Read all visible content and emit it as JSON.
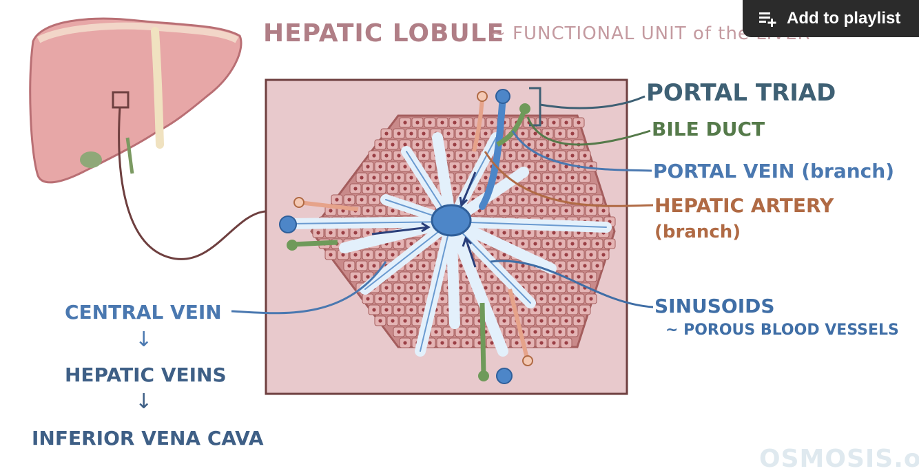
{
  "title": {
    "main": "HEPATIC LOBULE",
    "subtitle": "~ FUNCTIONAL UNIT of the LIVER"
  },
  "overlay": {
    "add_to_playlist": "Add to playlist",
    "icon": "playlist-add-icon"
  },
  "labels": {
    "portal_triad": "PORTAL TRIAD",
    "bile_duct": "BILE DUCT",
    "portal_vein": "PORTAL VEIN (branch)",
    "hepatic_artery": "HEPATIC ARTERY",
    "hepatic_artery_branch": "(branch)",
    "sinusoids": "SINUSOIDS",
    "sinusoids_desc": "~ POROUS BLOOD VESSELS",
    "central_vein": "CENTRAL VEIN",
    "arrow": "↓",
    "hepatic_veins": "HEPATIC VEINS",
    "inferior_vena_cava": "INFERIOR VENA CAVA"
  },
  "watermark": "OSMOSIS.org",
  "colors": {
    "title": "#b07e86",
    "portal_triad": "#3e6074",
    "bile_duct": "#557a4a",
    "portal_vein": "#4a78b0",
    "hepatic_artery": "#b06a44",
    "lobule_box": "#e8c9cc",
    "hexagon_fill": "#c98a8a"
  }
}
